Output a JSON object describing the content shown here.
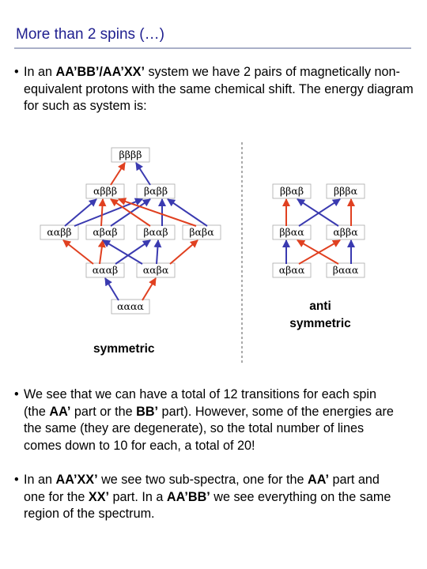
{
  "slide": {
    "title": "More than 2 spins (…)"
  },
  "intro": {
    "bullet": "•",
    "part1": "In an ",
    "bold1": "AA’BB’/AA’XX’",
    "part2": " system we have 2 pairs of magnetically non-equivalent protons with the same chemical shift. The energy diagram for such as system is:"
  },
  "diagram": {
    "symmetric_label": "symmetric",
    "anti_label_line1": "anti",
    "anti_label_line2": "symmetric",
    "symmetric_levels": [
      "ββββ",
      "αβββ",
      "βαββ",
      "ααββ",
      "αβαβ",
      "βααβ",
      "βαβα",
      "αααβ",
      "ααβα",
      "αααα"
    ],
    "anti_levels": [
      "ββαβ",
      "βββα",
      "ββαα",
      "αββα",
      "αβαα",
      "βααα"
    ],
    "arrow_colors": {
      "blue": "#3a3ab0",
      "red": "#e04020"
    }
  },
  "body": {
    "bullet": "•",
    "p2_part1": "We see that we can have a total of 12 transitions for each spin (the ",
    "p2_bold1": "AA’",
    "p2_part2": " part or the ",
    "p2_bold2": "BB’",
    "p2_part3": " part). However, some of the energies are the same (they are degenerate), so the total number of lines comes down to 10 for each, a total of 20!",
    "p3_part1": "In an ",
    "p3_bold1": "AA’XX’",
    "p3_part2": " we see two sub-spectra, one for the ",
    "p3_bold2": "AA’",
    "p3_part3": " part and one for the ",
    "p3_bold3": "XX’",
    "p3_part4": " part. In a ",
    "p3_bold4": "AA’BB’",
    "p3_part5": " we see everything on the same region of the spectrum."
  }
}
